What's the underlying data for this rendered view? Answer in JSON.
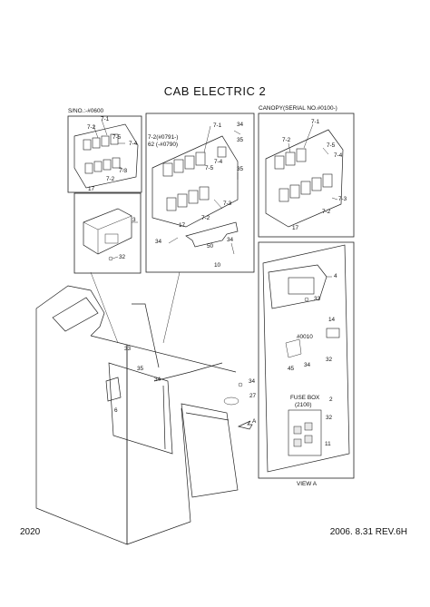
{
  "title": "CAB ELECTRIC 2",
  "footer": {
    "page": "2020",
    "date_rev": "2006. 8.31  REV.6H"
  },
  "panels": {
    "sn_panel": {
      "caption": "S/NO.:-#0600",
      "labels": [
        "7-1",
        "7-2",
        "7-5",
        "7-4",
        "7-3",
        "7-2",
        "17"
      ]
    },
    "mid_panel": {
      "caption_a": "7-2(#0791-)",
      "caption_b": "62 (-#0790)",
      "labels": [
        "7-1",
        "34",
        "35",
        "7-5",
        "7-4",
        "35",
        "7-3",
        "17",
        "7-2",
        "34",
        "50",
        "34",
        "10"
      ]
    },
    "canopy_panel": {
      "caption": "CANOPY(SERIAL NO.#0100-)",
      "labels": [
        "7-1",
        "7-2",
        "7-5",
        "7-4",
        "7-3",
        "7-2",
        "17"
      ]
    },
    "unit_panel": {
      "labels": [
        "3",
        "32"
      ]
    },
    "view_panel": {
      "caption": "VIEW A",
      "fuse_box": "FUSE BOX",
      "fuse_sub": "(2100)",
      "labels": [
        "4",
        "33",
        "14",
        "#0010",
        "45",
        "34",
        "32",
        "2",
        "32",
        "11"
      ]
    },
    "cab": {
      "labels": [
        "33",
        "35",
        "34",
        "6",
        "34",
        "27",
        "A"
      ]
    }
  }
}
